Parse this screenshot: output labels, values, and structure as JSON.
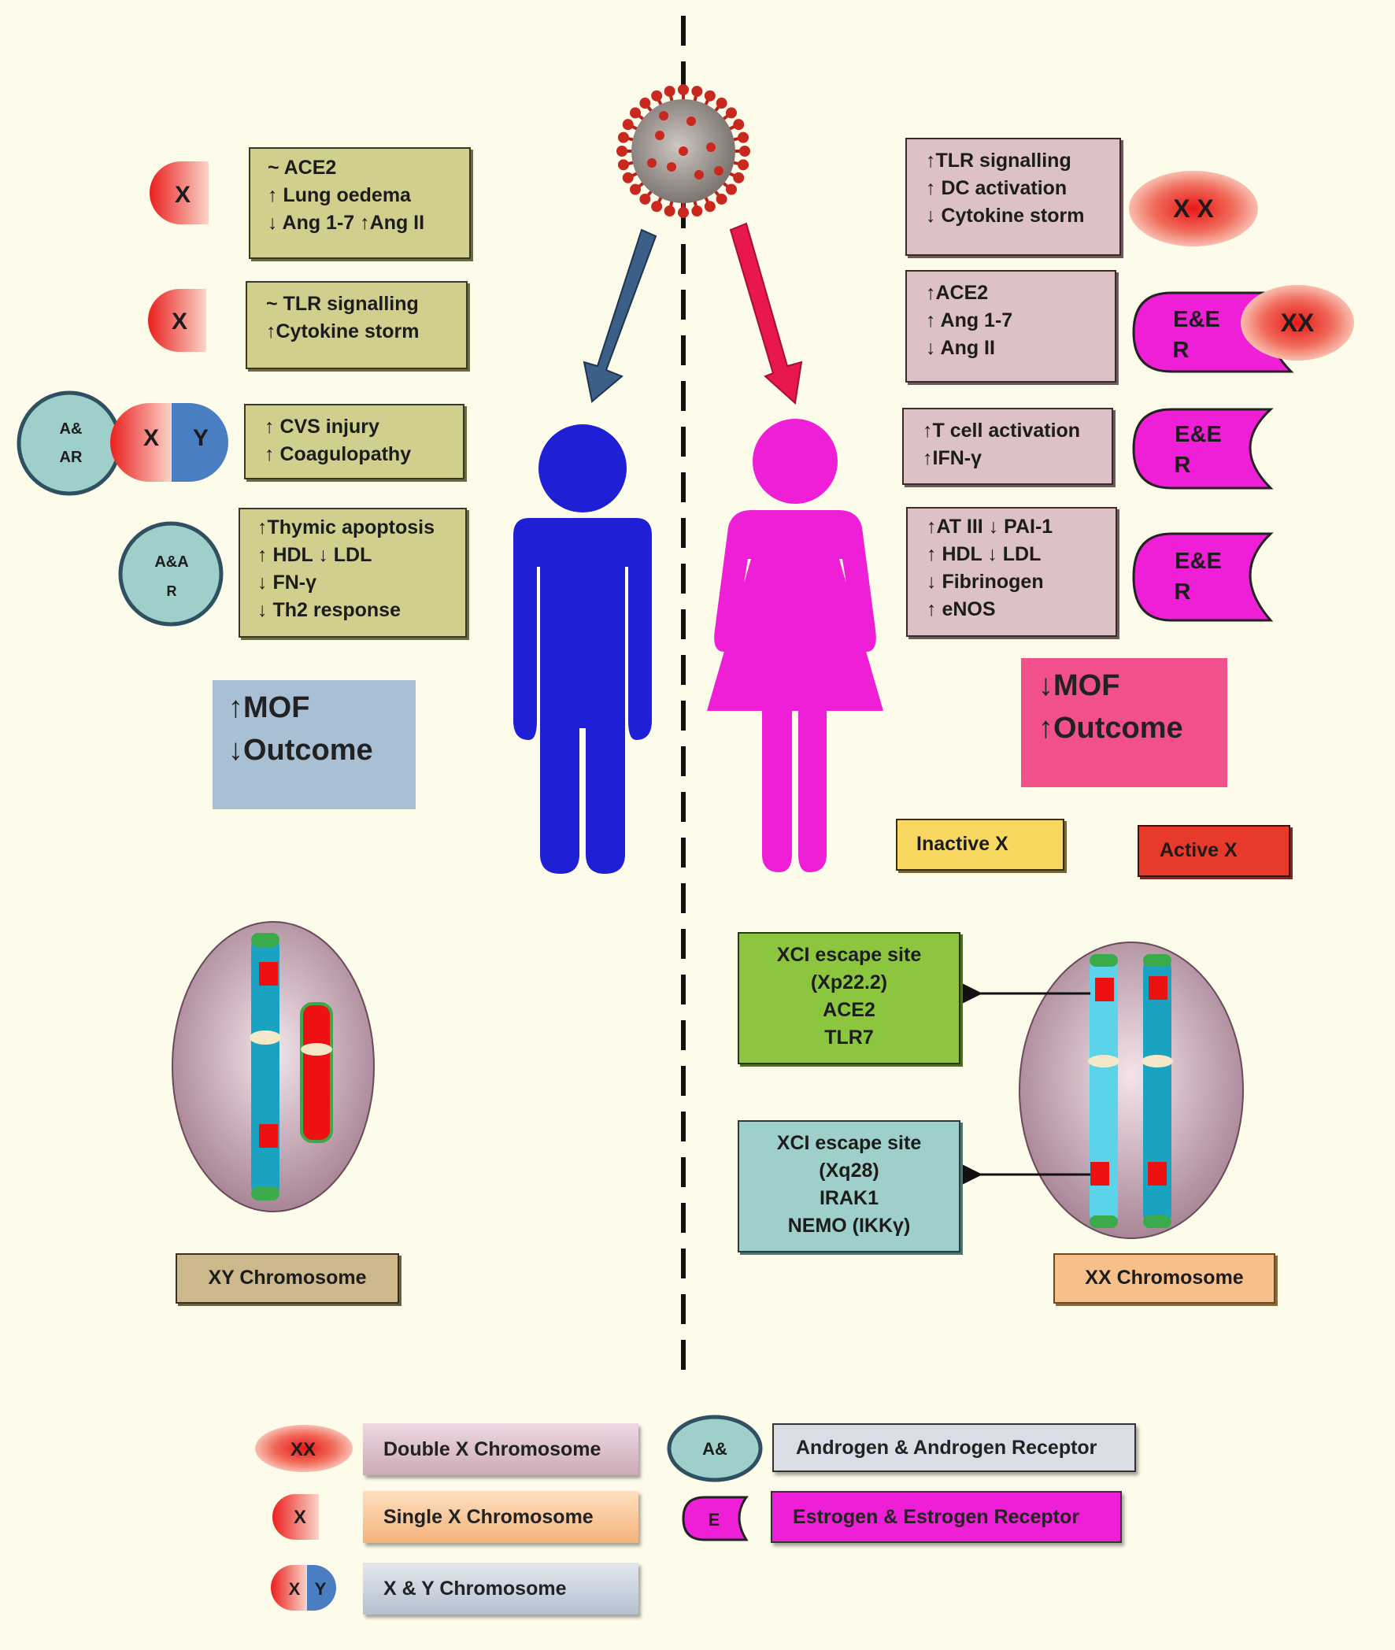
{
  "male": {
    "boxes": [
      [
        "~ ACE2",
        "↑ Lung oedema",
        "↓ Ang 1-7 ↑Ang II"
      ],
      [
        "~ TLR signalling",
        "↑Cytokine storm"
      ],
      [
        "↑ CVS injury",
        "↑ Coagulopathy"
      ],
      [
        "↑Thymic apoptosis",
        "↑ HDL  ↓ LDL",
        "↓ FN-γ",
        "↓ Th2 response"
      ]
    ],
    "outcome": [
      "↑MOF",
      "↓Outcome"
    ],
    "chromosome_label": "XY Chromosome",
    "icons": {
      "x1": "X",
      "x2": "X",
      "x3": "X",
      "y3": "Y",
      "ar1": "A&",
      "ar1b": "AR",
      "ar2": "A&A",
      "ar2b": "R"
    }
  },
  "female": {
    "boxes": [
      [
        "↑TLR signalling",
        "↑ DC activation",
        "↓ Cytokine storm"
      ],
      [
        "↑ACE2",
        "↑ Ang 1-7",
        "↓ Ang II"
      ],
      [
        "↑T cell activation",
        "↑IFN-γ"
      ],
      [
        "↑AT III ↓ PAI-1",
        "↑ HDL  ↓ LDL",
        "↓ Fibrinogen",
        "↑ eNOS"
      ]
    ],
    "outcome": [
      "↓MOF",
      "↑Outcome"
    ],
    "chromosome_label": "XX Chromosome",
    "inactive_x": "Inactive X",
    "active_x": "Active X",
    "escape_sites": [
      [
        "XCI escape site",
        "(Xp22.2)",
        "ACE2",
        "TLR7"
      ],
      [
        "XCI escape site",
        "(Xq28)",
        "IRAK1",
        "NEMO (IKKγ)"
      ]
    ],
    "icons": {
      "xx1": "X X",
      "xx2": "XX",
      "ee1": "E&E",
      "ee1b": "R",
      "ee2": "E&E",
      "ee2b": "R",
      "ee3": "E&E",
      "ee3b": "R"
    }
  },
  "legend": {
    "double_x": {
      "icon": "XX",
      "label": "Double X Chromosome"
    },
    "single_x": {
      "icon": "X",
      "label": "Single X Chromosome"
    },
    "xy": {
      "icon_x": "X",
      "icon_y": "Y",
      "label": "X & Y Chromosome"
    },
    "androgen": {
      "icon": "A&",
      "label": "Androgen & Androgen Receptor"
    },
    "estrogen": {
      "icon": "E",
      "label": "Estrogen & Estrogen Receptor"
    }
  },
  "colors": {
    "background": "#fdfbea",
    "male_figure": "#1f1fd6",
    "female_figure": "#ee1fd6",
    "male_arrow": "#3b5f86",
    "female_arrow": "#e8174e",
    "male_outcome": "#a9bfd4",
    "female_outcome": "#f2508a",
    "inactive_x": "#f8d860",
    "active_x": "#e83a2a",
    "escape_site_1": "#8cc63f",
    "escape_site_2": "#9fcfcb",
    "xy_label": "#cdb88c",
    "xx_label": "#f7c08a"
  }
}
